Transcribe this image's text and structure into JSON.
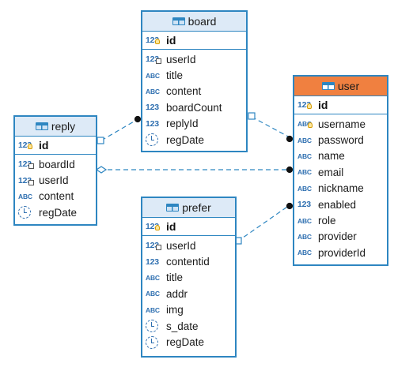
{
  "colors": {
    "border": "#2e86c1",
    "header": "#ddeaf7",
    "highlight_header": "#f08040",
    "link": "#2e86c1"
  },
  "tables": {
    "board": {
      "name": "board",
      "pk": "id",
      "columns": [
        {
          "name": "userId",
          "type": "123",
          "fk": true
        },
        {
          "name": "title",
          "type": "ABC"
        },
        {
          "name": "content",
          "type": "ABC"
        },
        {
          "name": "boardCount",
          "type": "123"
        },
        {
          "name": "replyId",
          "type": "123"
        },
        {
          "name": "regDate",
          "type": "date"
        }
      ]
    },
    "reply": {
      "name": "reply",
      "pk": "id",
      "columns": [
        {
          "name": "boardId",
          "type": "123",
          "fk": true
        },
        {
          "name": "userId",
          "type": "123",
          "fk": true
        },
        {
          "name": "content",
          "type": "ABC"
        },
        {
          "name": "regDate",
          "type": "date"
        }
      ]
    },
    "user": {
      "name": "user",
      "pk": "id",
      "highlighted": true,
      "columns": [
        {
          "name": "username",
          "type": "ABC",
          "key": true
        },
        {
          "name": "password",
          "type": "ABC"
        },
        {
          "name": "name",
          "type": "ABC"
        },
        {
          "name": "email",
          "type": "ABC"
        },
        {
          "name": "nickname",
          "type": "ABC"
        },
        {
          "name": "enabled",
          "type": "123"
        },
        {
          "name": "role",
          "type": "ABC"
        },
        {
          "name": "provider",
          "type": "ABC"
        },
        {
          "name": "providerId",
          "type": "ABC"
        }
      ]
    },
    "prefer": {
      "name": "prefer",
      "pk": "id",
      "columns": [
        {
          "name": "userId",
          "type": "123",
          "fk": true
        },
        {
          "name": "contentid",
          "type": "123"
        },
        {
          "name": "title",
          "type": "ABC"
        },
        {
          "name": "addr",
          "type": "ABC"
        },
        {
          "name": "img",
          "type": "ABC"
        },
        {
          "name": "s_date",
          "type": "date"
        },
        {
          "name": "regDate",
          "type": "date"
        }
      ]
    }
  }
}
